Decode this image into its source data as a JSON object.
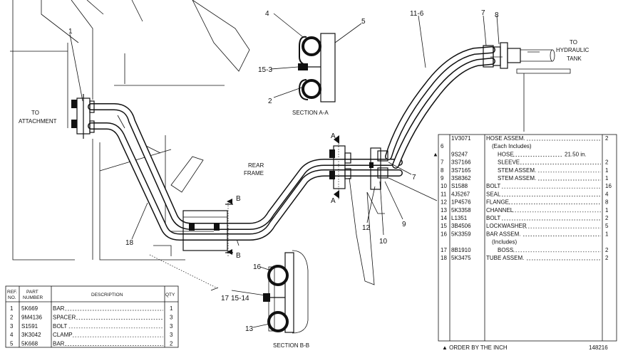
{
  "drawing_number": "148216",
  "footnote": "▲ ORDER BY THE INCH",
  "callouts": {
    "c1": "1",
    "c2": "2",
    "c4": "4",
    "c5": "5",
    "c7a": "7",
    "c7b": "7",
    "c8": "8",
    "c9": "9",
    "c10": "10",
    "c11_6": "11-6",
    "c12": "12",
    "c13": "13",
    "c15_3": "15-3",
    "c15_14": "15-14",
    "c16": "16",
    "c17": "17",
    "c18": "18"
  },
  "labels": {
    "to_attachment_1": "TO",
    "to_attachment_2": "ATTACHMENT",
    "to_tank_1": "TO",
    "to_tank_2": "HYDRAULIC",
    "to_tank_3": "TANK",
    "rear_frame_1": "REAR",
    "rear_frame_2": "FRAME",
    "section_aa": "SECTION A-A",
    "section_bb": "SECTION B-B",
    "arrow_a_top": "A",
    "arrow_a_bottom": "A",
    "arrow_b_top": "B",
    "arrow_b_bottom": "B"
  },
  "parts_table_left": {
    "headers": [
      "REF. NO.",
      "PART NUMBER",
      "DESCRIPTION",
      "QTY"
    ],
    "rows": [
      {
        "ref": "1",
        "part": "5K669",
        "desc": "BAR",
        "qty": "1"
      },
      {
        "ref": "2",
        "part": "9M4136",
        "desc": "SPACER",
        "qty": "3"
      },
      {
        "ref": "3",
        "part": "S1591",
        "desc": "BOLT",
        "qty": "3"
      },
      {
        "ref": "4",
        "part": "3K3042",
        "desc": "CLAMP",
        "qty": "3"
      },
      {
        "ref": "5",
        "part": "5K668",
        "desc": "BAR",
        "qty": "2"
      }
    ]
  },
  "parts_table_right": {
    "rows": [
      {
        "mark": "",
        "ref": "",
        "part": "1V3071",
        "desc": "HOSE ASSEM.",
        "qty": "2"
      },
      {
        "mark": "",
        "ref": "6",
        "part": "",
        "desc": "(Each Includes)",
        "qty": ""
      },
      {
        "mark": "▲",
        "ref": "",
        "part": "9S247",
        "desc": "HOSE",
        "note": "21.50 in.",
        "qty": ""
      },
      {
        "mark": "",
        "ref": "7",
        "part": "3S7166",
        "desc": "SLEEVE",
        "qty": "2"
      },
      {
        "mark": "",
        "ref": "8",
        "part": "3S7165",
        "desc": "STEM ASSEM.",
        "qty": "1"
      },
      {
        "mark": "",
        "ref": "9",
        "part": "3S8362",
        "desc": "STEM ASSEM.",
        "qty": "1"
      },
      {
        "mark": "",
        "ref": "10",
        "part": "S1588",
        "desc": "BOLT",
        "qty": "16"
      },
      {
        "mark": "",
        "ref": "11",
        "part": "4J5267",
        "desc": "SEAL",
        "qty": "4"
      },
      {
        "mark": "",
        "ref": "12",
        "part": "1P4576",
        "desc": "FLANGE",
        "qty": "8"
      },
      {
        "mark": "",
        "ref": "13",
        "part": "5K3358",
        "desc": "CHANNEL",
        "qty": "1"
      },
      {
        "mark": "",
        "ref": "14",
        "part": "L1351",
        "desc": "BOLT",
        "qty": "2"
      },
      {
        "mark": "",
        "ref": "15",
        "part": "3B4506",
        "desc": "LOCKWASHER",
        "qty": "5"
      },
      {
        "mark": "",
        "ref": "16",
        "part": "5K3359",
        "desc": "BAR ASSEM.",
        "qty": "1"
      },
      {
        "mark": "",
        "ref": "",
        "part": "",
        "desc": "(Includes)",
        "qty": ""
      },
      {
        "mark": "",
        "ref": "17",
        "part": "8B1910",
        "desc": "BOSS",
        "qty": "2"
      },
      {
        "mark": "",
        "ref": "18",
        "part": "5K3475",
        "desc": "TUBE ASSEM.",
        "qty": "2"
      }
    ]
  }
}
